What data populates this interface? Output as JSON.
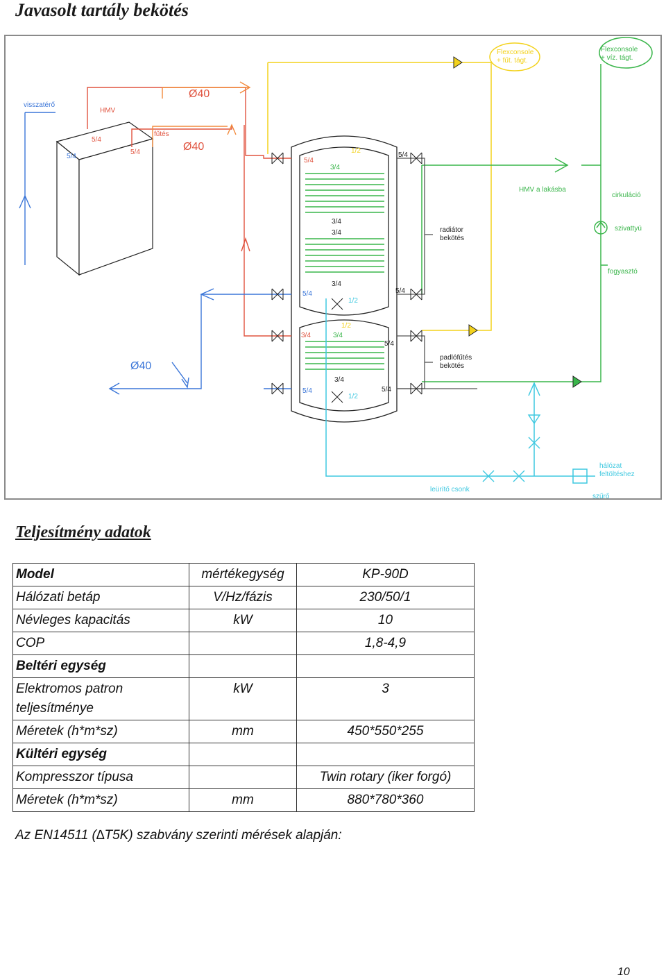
{
  "page": {
    "heading": "Javasolt tartály bekötés",
    "page_number": "10"
  },
  "diagram": {
    "labels": {
      "visszatero": "visszatérő",
      "hmv": "HMV",
      "futes": "fűtés",
      "d40": "Ø40",
      "fitting_54": "5/4",
      "fitting_34": "3/4",
      "fitting_12": "1/2",
      "flexconsole_fut_1": "Flexconsole",
      "flexconsole_fut_2": "+ fűt. tágt.",
      "flexconsole_viz_1": "Flexconsole",
      "flexconsole_viz_2": "+ víz. tágt.",
      "hmv_lakasba": "HMV a lakásba",
      "cirkulacio": "cirkuláció",
      "szivattyu": "szivattyú",
      "fogyaszto": "fogyasztó",
      "radiator_1": "radiátor",
      "radiator_2": "bekötés",
      "padlofutes_1": "padlófűtés",
      "padlofutes_2": "bekötés",
      "halozat_1": "hálózat",
      "halozat_2": "feltöltéshez",
      "urito": "leürítő csonk",
      "szuro": "szűrő"
    },
    "colors": {
      "red": "#e0533f",
      "orange": "#f28a3c",
      "blue": "#3b76d8",
      "green": "#39b54a",
      "yellow": "#f3d21c",
      "cyan": "#3ec8e0",
      "gray": "#555555"
    }
  },
  "specs": {
    "heading": "Teljesítmény adatok",
    "rows": [
      {
        "c1": "Model",
        "c2": "mértékegység",
        "c3": "KP-90D",
        "bold_first": true
      },
      {
        "c1": "Hálózati betáp",
        "c2": "V/Hz/fázis",
        "c3": "230/50/1"
      },
      {
        "c1": "Névleges kapacitás",
        "c2": "kW",
        "c3": "10"
      },
      {
        "c1": "COP",
        "c2": "",
        "c3": "1,8-4,9"
      },
      {
        "c1": "Beltéri egység",
        "c2": "",
        "c3": "",
        "bold_first": true
      },
      {
        "c1": "Elektromos patron teljesítménye",
        "c2": "kW",
        "c3": "3"
      },
      {
        "c1": "Méretek (h*m*sz)",
        "c2": "mm",
        "c3": "450*550*255"
      },
      {
        "c1": "Kültéri egység",
        "c2": "",
        "c3": "",
        "bold_first": true
      },
      {
        "c1": "Kompresszor típusa",
        "c2": "",
        "c3": "Twin rotary (iker forgó)"
      },
      {
        "c1": "Méretek (h*m*sz)",
        "c2": "mm",
        "c3": "880*780*360"
      }
    ]
  },
  "note": "Az EN14511 (∆T5K) szabvány szerinti mérések alapján:"
}
